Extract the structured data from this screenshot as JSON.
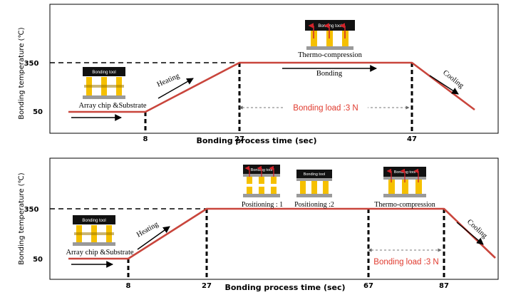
{
  "colors": {
    "profile": "#c9453c",
    "bump": "#f5c000",
    "tool": "#111111",
    "substrate": "#9a9a9a",
    "load_text": "#e03a2e"
  },
  "top": {
    "y_label": "Bonding temperature (℃)",
    "x_label": "Bonding process time (sec)",
    "y_ticks": [
      "350",
      "50"
    ],
    "x_ticks": [
      "8",
      "27",
      "47"
    ],
    "tool_label_left": "Bonding tool",
    "tool_label_right": "Bonding tool",
    "array_label": "Array chip &Substrate",
    "heating": "Heating",
    "thermo": "Thermo-compression",
    "bonding": "Bonding",
    "cooling": "Cooling",
    "load": "Bonding load :3 N"
  },
  "bottom": {
    "y_label": "Bonding temperature (℃)",
    "x_label": "Bonding process time (sec)",
    "y_ticks": [
      "350",
      "50"
    ],
    "x_ticks": [
      "8",
      "27",
      "67",
      "87"
    ],
    "tool_label_left": "Bonding tool",
    "tool_label_1": "Bonding tool",
    "tool_label_2": "Bonding tool",
    "tool_label_3": "Bonding tool",
    "array_label": "Array chip &Substrate",
    "heating": "Heating",
    "pos1": "Positioning : 1",
    "pos2": "Positioning :2",
    "thermo": "Thermo-compression",
    "cooling": "Cooling",
    "load": "Bonding load :3 N"
  }
}
